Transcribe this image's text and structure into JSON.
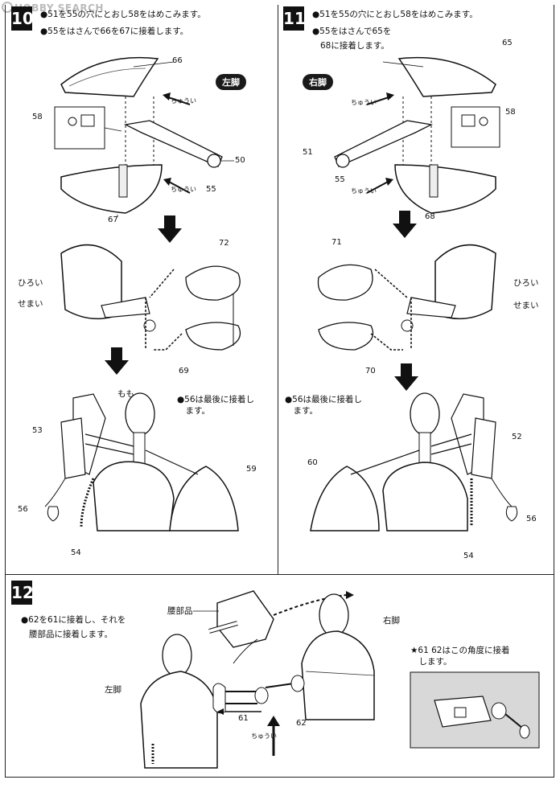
{
  "watermark": "HOBBY SEARCH",
  "steps": [
    {
      "number": "10",
      "side_label": "左脚",
      "line1": "●51を55の穴にとおし58をはめこみます。",
      "line2": "●55をはさんで66を67に接着します。",
      "note": "●56は最後に接着し\n　ます。",
      "callouts": {
        "c66": "66",
        "c58": "58",
        "c50": "50",
        "c55": "55",
        "c67": "67",
        "c72": "72",
        "c69": "69",
        "c53": "53",
        "c59": "59",
        "c56": "56",
        "c54": "54"
      },
      "labels": {
        "wide": "ひろい",
        "narrow": "せまい",
        "thigh": "もも"
      },
      "caution": [
        "ちゅうい",
        "ちゅうい"
      ]
    },
    {
      "number": "11",
      "side_label": "右脚",
      "line1": "●51を55の穴にとおし58をはめこみます。",
      "line2": "●55をはさんで65を",
      "line3": "68に接着します。",
      "note": "●56は最後に接着し\n　ます。",
      "callouts": {
        "c65": "65",
        "c58": "58",
        "c51": "51",
        "c55": "55",
        "c68": "68",
        "c71": "71",
        "c70": "70",
        "c60": "60",
        "c52": "52",
        "c56": "56",
        "c54": "54"
      },
      "labels": {
        "wide": "ひろい",
        "narrow": "せまい"
      },
      "caution": [
        "ちゅうい",
        "ちゅうい"
      ]
    },
    {
      "number": "12",
      "line1": "●62を61に接着し、それを",
      "line2": "腰部品に接着します。",
      "labels": {
        "waist": "腰部品",
        "right_leg": "右脚",
        "left_leg": "左脚"
      },
      "callouts": {
        "c61": "61",
        "c62": "62"
      },
      "caution": "ちゅうい",
      "angle_note": "★61 62はこの角度に接着\n　します。"
    }
  ]
}
